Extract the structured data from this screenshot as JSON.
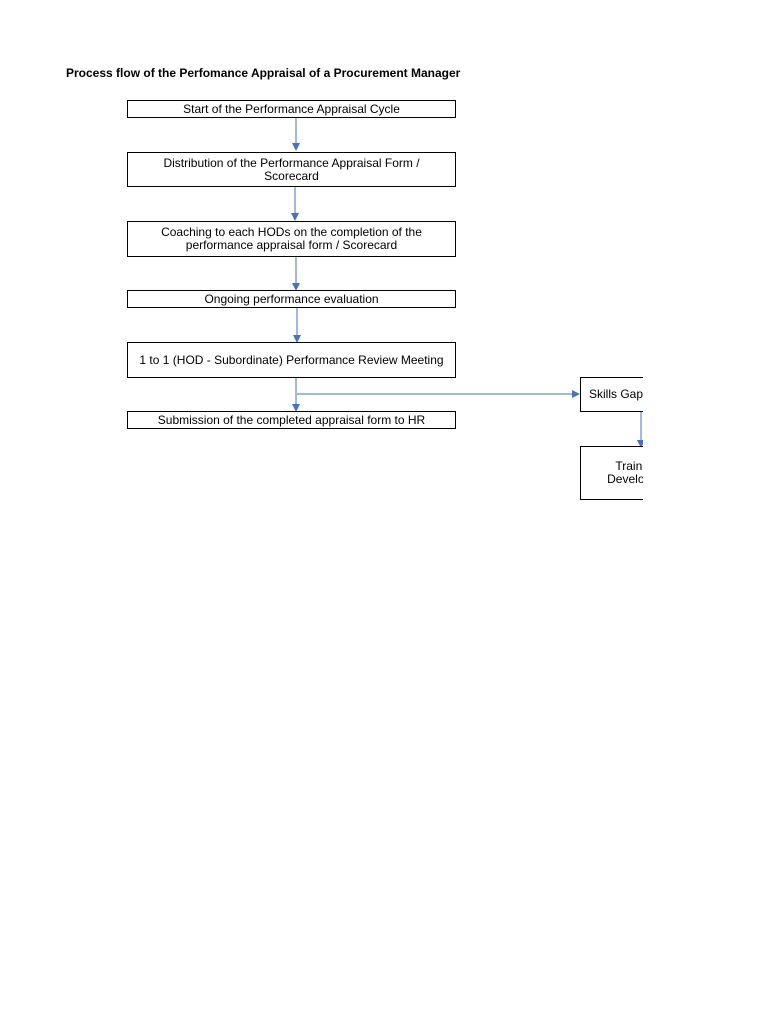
{
  "title": "Process flow of the Perfomance Appraisal of a Procurement Manager",
  "nodes": {
    "start": "Start of the Performance Appraisal Cycle",
    "distribution": "Distribution of the Performance Appraisal Form / Scorecard",
    "coaching": "Coaching to each HODs on the completion of the performance appraisal form / Scorecard",
    "ongoing": "Ongoing performance evaluation",
    "review": "1 to 1 (HOD - Subordinate) Performance Review Meeting",
    "submission": "Submission of the completed appraisal form to HR",
    "skills_gap": "Skills Gap",
    "training": "Training & Development"
  },
  "colors": {
    "connector": "#4472C4",
    "border": "#000000"
  }
}
